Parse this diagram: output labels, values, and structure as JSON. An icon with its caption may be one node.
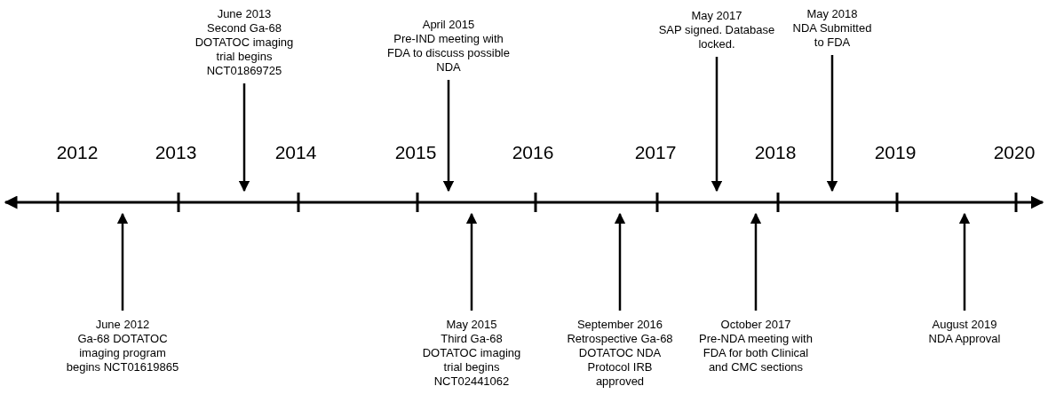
{
  "diagram": {
    "nodes": [
      {
        "text": [
          "June 2013",
          "Second Ga-68 DOTATOC imaging trial begins NCT01869725"
        ]
      },
      {
        "text": [
          "April 2015",
          "Pre-IND meeting with FDA to discuss possible NDA"
        ]
      },
      {
        "text": [
          "May 2017",
          "SAP signed. Database locked."
        ]
      },
      {
        "text": [
          "May 2018",
          "NDA Submitted to FDA"
        ]
      },
      {
        "text": [
          "June 2012",
          "Ga-68 DOTATOC imaging program begins NCT01619865"
        ]
      },
      {
        "text": [
          "May 2015",
          "Third Ga-68 DOTATOC imaging trial begins NCT02441062"
        ]
      },
      {
        "text": [
          "September 2016",
          "Retrospective Ga-68 DOTATOC NDA Protocol IRB approved"
        ]
      },
      {
        "text": [
          "October 2017",
          "Pre-NDA meeting with FDA for both Clinical and CMC sections"
        ]
      },
      {
        "text": [
          "August 2019",
          "NDA Approval"
        ]
      }
    ],
    "edges": [
      {
        "from": 0,
        "to": null,
        "arrow": "to"
      },
      {
        "from": 1,
        "to": null,
        "arrow": "to"
      },
      {
        "from": 2,
        "to": null,
        "arrow": "to"
      },
      {
        "from": 3,
        "to": null,
        "arrow": "to"
      },
      {
        "from": 4,
        "to": null,
        "arrow": "to"
      },
      {
        "from": 5,
        "to": null,
        "arrow": "to"
      },
      {
        "from": 6,
        "to": null,
        "arrow": "to"
      },
      {
        "from": 7,
        "to": null,
        "arrow": "to"
      },
      {
        "from": 8,
        "to": null,
        "arrow": "to"
      }
    ],
    "labels": [
      "2012",
      "2013",
      "2014",
      "2015",
      "2016",
      "2017",
      "2018",
      "2019",
      "2020"
    ]
  }
}
